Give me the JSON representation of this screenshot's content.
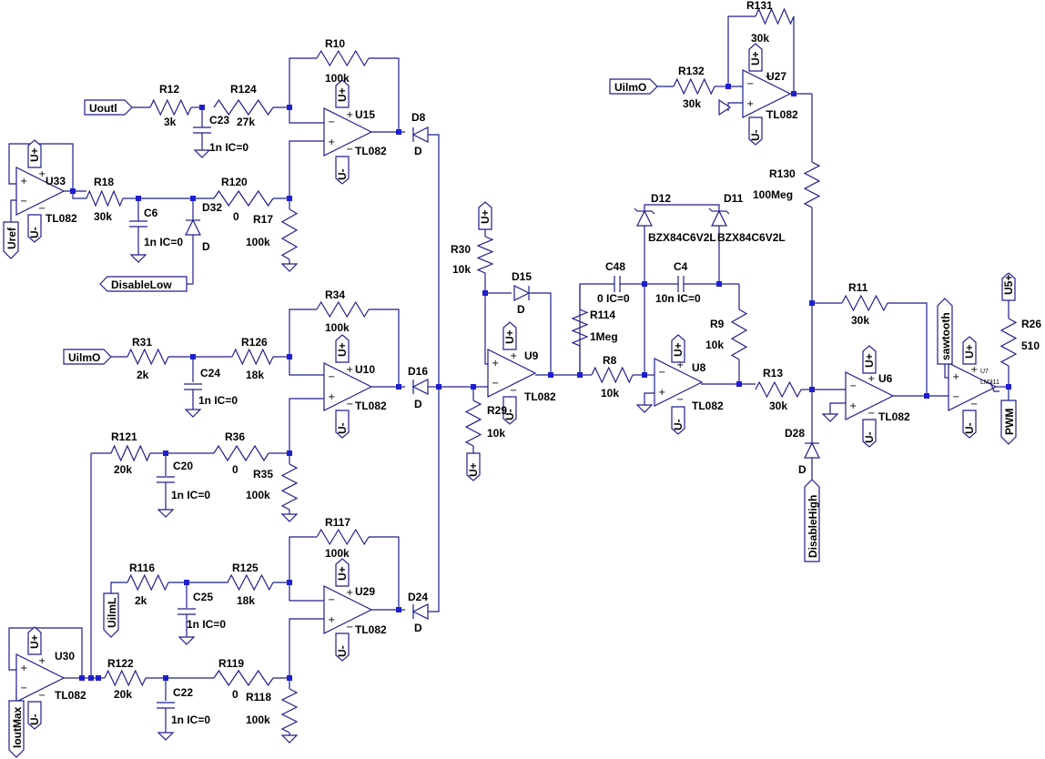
{
  "colors": {
    "wire": "#1f1f8f",
    "junction": "#1f1fd0",
    "text": "#000000",
    "background": "#ffffff"
  },
  "labels": {
    "R10": "R10",
    "R10v": "100k",
    "R12": "R12",
    "R12v": "3k",
    "R124": "R124",
    "R124v": "27k",
    "C23": "C23",
    "C23v": "1n IC=0",
    "U15": "U15",
    "U15m": "TL082",
    "D8": "D8",
    "D8v": "D",
    "U33": "U33",
    "U33m": "TL082",
    "R18": "R18",
    "R18v": "30k",
    "C6": "C6",
    "C6v": "1n IC=0",
    "D32": "D32",
    "D32v": "D",
    "R120": "R120",
    "R120v": "0",
    "R17": "R17",
    "R17v": "100k",
    "R34": "R34",
    "R34v": "100k",
    "R31": "R31",
    "R31v": "2k",
    "C24": "C24",
    "C24v": "1n IC=0",
    "R126": "R126",
    "R126v": "18k",
    "U10": "U10",
    "U10m": "TL082",
    "D16": "D16",
    "D16v": "D",
    "R121": "R121",
    "R121v": "20k",
    "C20": "C20",
    "C20v": "1n IC=0",
    "R36": "R36",
    "R36v": "0",
    "R35": "R35",
    "R35v": "100k",
    "R117": "R117",
    "R117v": "100k",
    "R116": "R116",
    "R116v": "2k",
    "C25": "C25",
    "C25v": "1n IC=0",
    "R125": "R125",
    "R125v": "18k",
    "U29": "U29",
    "U29m": "TL082",
    "D24": "D24",
    "D24v": "D",
    "U30": "U30",
    "U30m": "TL082",
    "R122": "R122",
    "R122v": "20k",
    "C22": "C22",
    "C22v": "1n IC=0",
    "R119": "R119",
    "R119v": "0",
    "R118": "R118",
    "R118v": "100k",
    "R30": "R30",
    "R30v": "10k",
    "D15": "D15",
    "D15v": "D",
    "U9": "U9",
    "U9m": "TL082",
    "R29": "R29",
    "R29v": "10k",
    "C48": "C48",
    "C48v": "0 IC=0",
    "R114": "R114",
    "R114v": "1Meg",
    "D12": "D12",
    "D12v": "BZX84C6V2L",
    "D11": "D11",
    "D11v": "BZX84C6V2L",
    "C4": "C4",
    "C4v": "10n IC=0",
    "R9": "R9",
    "R9v": "10k",
    "R8": "R8",
    "R8v": "10k",
    "U8": "U8",
    "U8m": "TL082",
    "R131": "R131",
    "R131v": "30k",
    "R132": "R132",
    "R132v": "30k",
    "U27": "U27",
    "U27m": "TL082",
    "R130": "R130",
    "R130v": "100Meg",
    "R11": "R11",
    "R11v": "30k",
    "R13": "R13",
    "R13v": "30k",
    "U6": "U6",
    "U6m": "TL082",
    "D28": "D28",
    "D28v": "D",
    "U7": "U7",
    "U7m": "LM311",
    "R26": "R26",
    "R26v": "510"
  },
  "nets": {
    "Uoutl": "Uoutl",
    "Uref": "Uref",
    "DisableLow": "DisableLow",
    "UilmO": "UilmO",
    "UilmL": "UilmL",
    "IoutMax": "IoutMax",
    "DisableHigh": "DisableHigh",
    "sawtooth": "sawtooth",
    "PWM": "PWM",
    "Uplus": "U+",
    "Uminus": "U-",
    "U5plus": "U5+"
  }
}
